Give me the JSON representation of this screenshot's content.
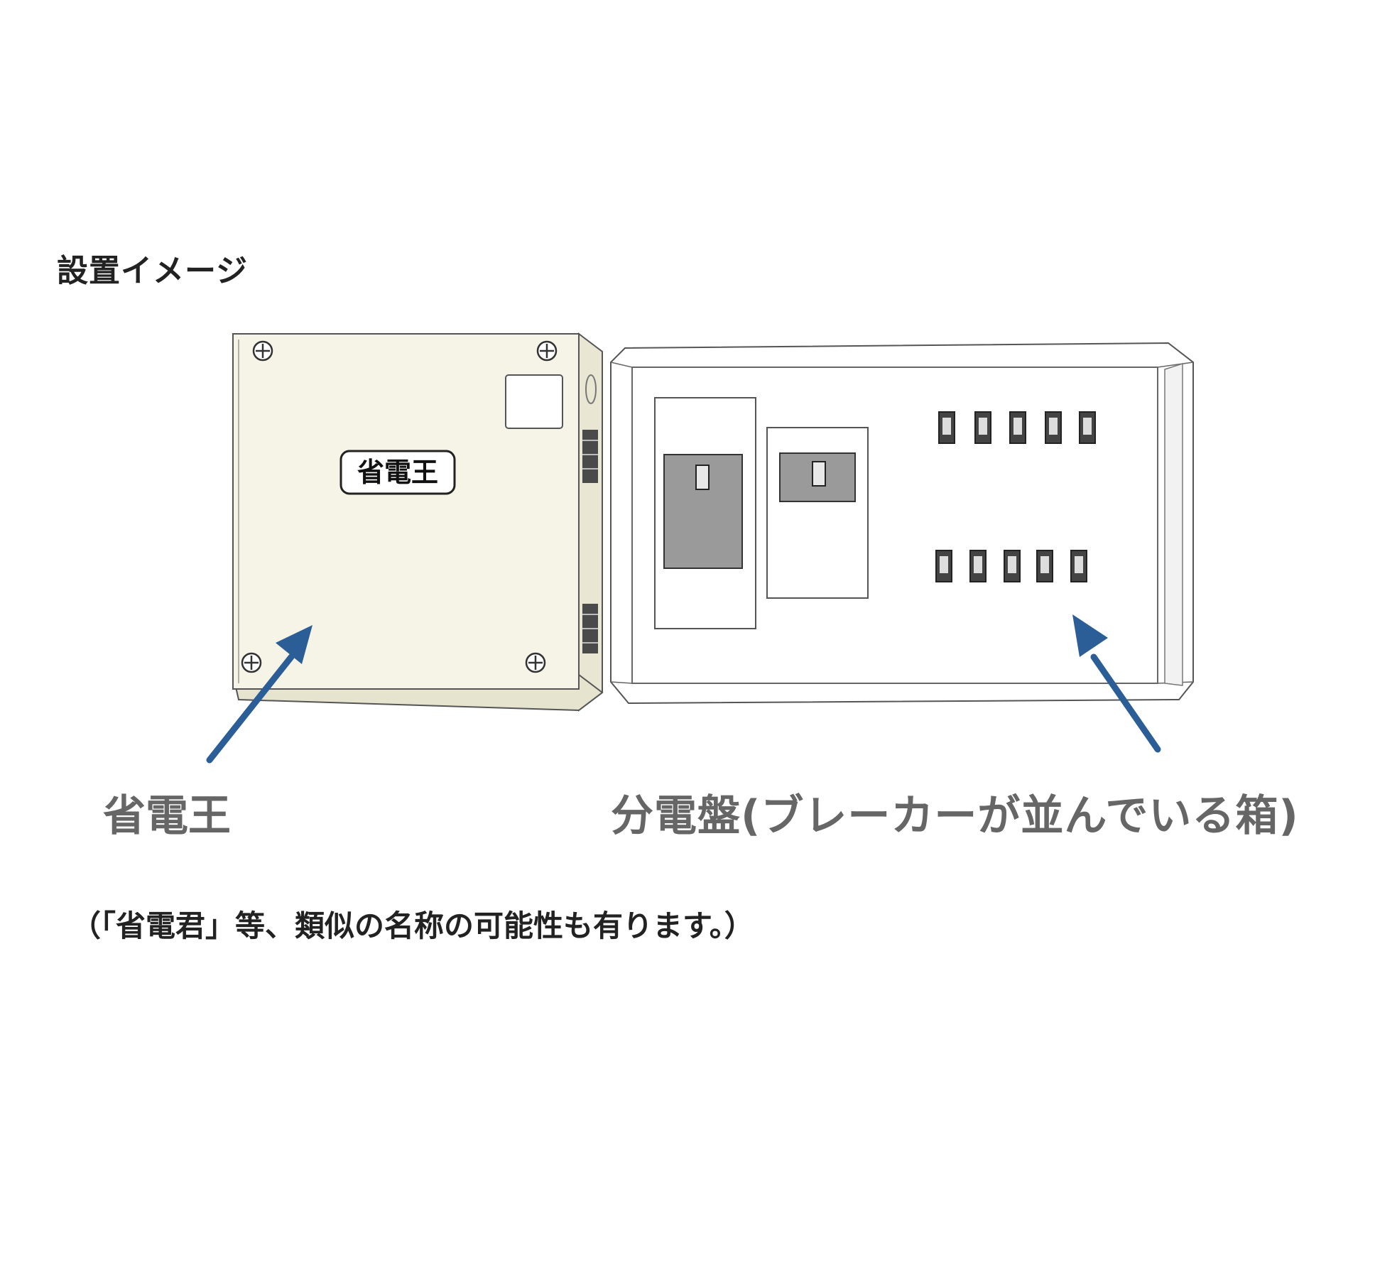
{
  "heading": "設置イメージ",
  "device": {
    "label_plate": "省電王",
    "caption": "省電王"
  },
  "panel": {
    "caption": "分電盤(ブレーカーが並んでいる箱)"
  },
  "note": "（「省電君」等、類似の名称の可能性も有ります。）",
  "colors": {
    "arrow": "#2b5d96",
    "caption_text": "#666666",
    "box_face": "#f6f4e6",
    "window_gray": "#9a9a9a"
  }
}
